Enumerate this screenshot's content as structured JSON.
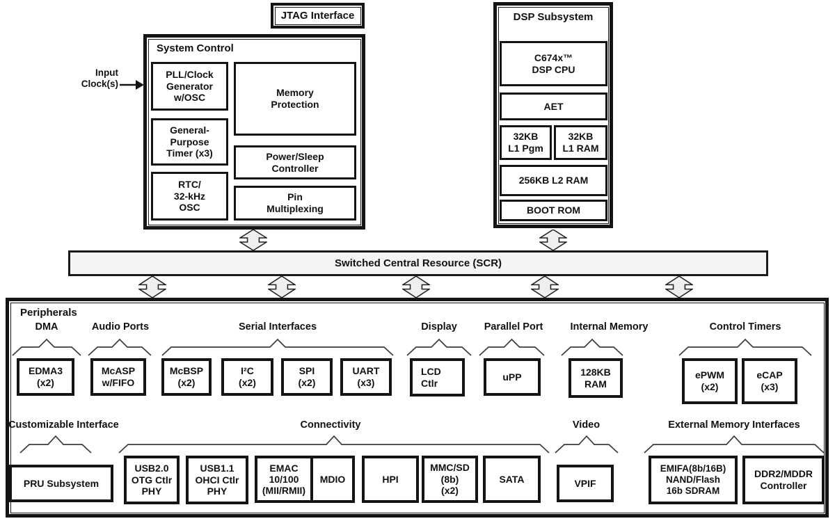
{
  "colors": {
    "line": "#141414",
    "bus_fill": "#f4f4f4",
    "arrow_fill": "#efefef"
  },
  "top": {
    "jtag": "JTAG Interface",
    "input_clock": "Input\nClock(s)",
    "system_control": {
      "title": "System Control",
      "blocks": {
        "pll": "PLL/Clock\nGenerator\nw/OSC",
        "gp_timer": "General-\nPurpose\nTimer (x3)",
        "rtc": "RTC/\n32-kHz\nOSC",
        "mem_prot": "Memory\nProtection",
        "power_sleep": "Power/Sleep\nController",
        "pin_mux": "Pin\nMultiplexing"
      }
    },
    "dsp": {
      "title": "DSP Subsystem",
      "blocks": {
        "cpu": "C674x™\nDSP CPU",
        "aet": "AET",
        "l1_pgm": "32KB\nL1 Pgm",
        "l1_ram": "32KB\nL1 RAM",
        "l2_ram": "256KB L2 RAM",
        "boot_rom": "BOOT ROM"
      }
    }
  },
  "bus": {
    "label": "Switched Central Resource (SCR)"
  },
  "peripherals": {
    "title": "Peripherals",
    "groups": {
      "dma": "DMA",
      "audio": "Audio Ports",
      "serial": "Serial Interfaces",
      "display": "Display",
      "parallel": "Parallel Port",
      "internal_memory": "Internal Memory",
      "control_timers": "Control Timers",
      "customizable": "Customizable Interface",
      "connectivity": "Connectivity",
      "video": "Video",
      "ext_memory": "External Memory Interfaces"
    },
    "blocks": {
      "edma3": "EDMA3\n(x2)",
      "mcasp": "McASP\nw/FIFO",
      "mcbsp": "McBSP\n(x2)",
      "i2c": "I²C\n(x2)",
      "spi": "SPI\n(x2)",
      "uart": "UART\n(x3)",
      "lcd": "LCD\nCtlr",
      "upp": "uPP",
      "ram128": "128KB\nRAM",
      "epwm": "ePWM\n(x2)",
      "ecap": "eCAP\n(x3)",
      "pru": "PRU Subsystem",
      "usb20": "USB2.0\nOTG Ctlr\nPHY",
      "usb11": "USB1.1\nOHCI Ctlr\nPHY",
      "emac": "EMAC\n10/100\n(MII/RMII)",
      "mdio": "MDIO",
      "hpi": "HPI",
      "mmcsd": "MMC/SD\n(8b)\n(x2)",
      "sata": "SATA",
      "vpif": "VPIF",
      "emifa": "EMIFA(8b/16B)\nNAND/Flash\n16b SDRAM",
      "ddr2": "DDR2/MDDR\nController"
    }
  }
}
